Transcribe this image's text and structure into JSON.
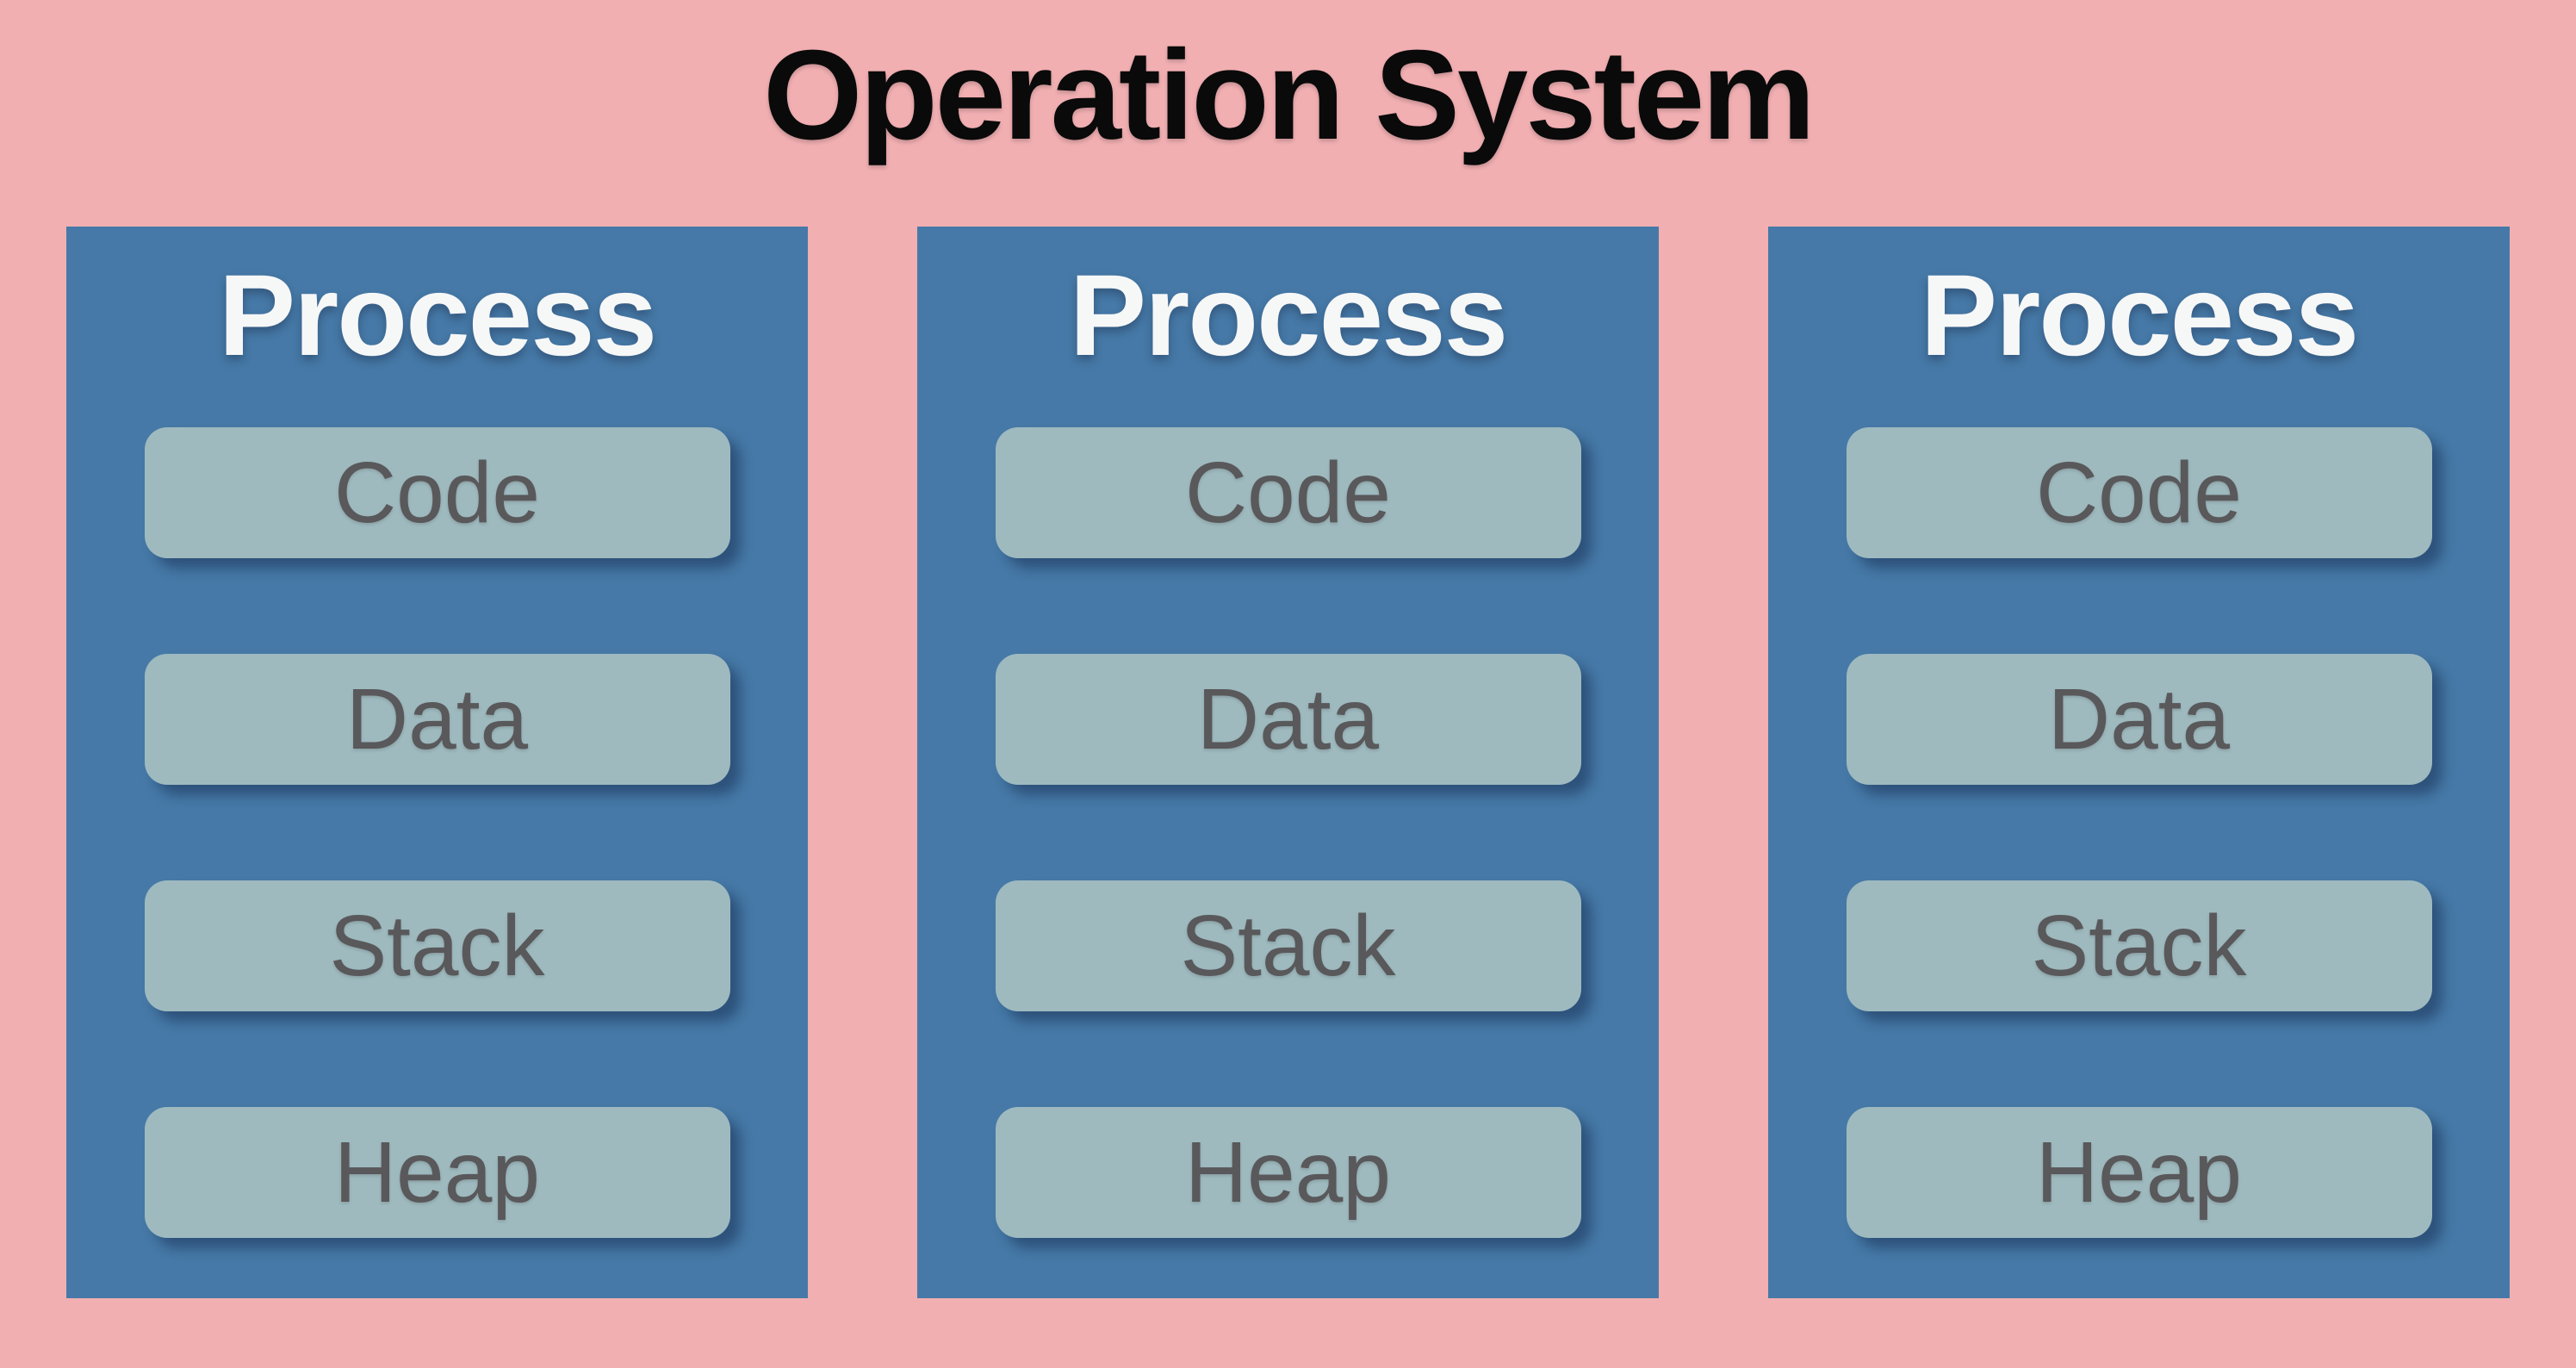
{
  "title": "Operation System",
  "colors": {
    "background": "#f1afb2",
    "process_box": "#4679a7",
    "segment_box": "#9ebabf",
    "segment_text": "#59585a",
    "process_title_text": "#f6f7f7",
    "title_text": "#0a0a0a"
  },
  "processes": [
    {
      "title": "Process",
      "segments": [
        "Code",
        "Data",
        "Stack",
        "Heap"
      ]
    },
    {
      "title": "Process",
      "segments": [
        "Code",
        "Data",
        "Stack",
        "Heap"
      ]
    },
    {
      "title": "Process",
      "segments": [
        "Code",
        "Data",
        "Stack",
        "Heap"
      ]
    }
  ]
}
